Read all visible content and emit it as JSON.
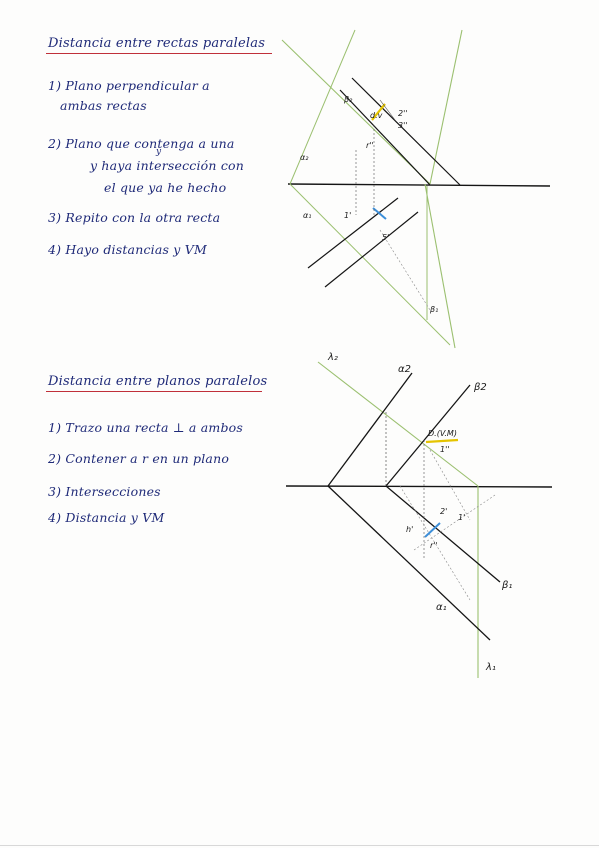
{
  "section1": {
    "title": "Distancia entre rectas paralelas",
    "steps": [
      "1) Plano perpendicular a",
      "ambas rectas",
      "2) Plano que contenga a una",
      "y",
      "y haya intersección con",
      "el que ya he hecho",
      "3) Repito con la otra recta",
      "4) Hayo distancias y VM"
    ]
  },
  "section2": {
    "title": "Distancia entre planos paralelos",
    "steps": [
      "1) Trazo una recta ⊥ a ambos",
      "2) Contener a r en un plano",
      "3) Intersecciones",
      "4) Distancia y VM"
    ]
  },
  "diagram1_labels": {
    "alpha2": "α₂",
    "alpha1": "α₁",
    "beta2": "β₂",
    "beta1": "β₁",
    "dv": "d.v",
    "p3": "3''",
    "p2": "2''",
    "p1": "1'",
    "p5": "5'",
    "r": "r''"
  },
  "diagram2_labels": {
    "lambda2": "λ₂",
    "alpha2": "α2",
    "beta2": "β2",
    "beta1": "β₁",
    "alpha1": "α₁",
    "lambda1": "λ₁",
    "dvm": "D.(V.M)",
    "p1": "1''",
    "p2": "2'",
    "p3": "1'",
    "h": "h'",
    "r": "r''"
  },
  "colors": {
    "ink": "#1f2a78",
    "underline": "#c0303a",
    "line": "#151515",
    "green": "#9bc070",
    "yellow": "#e5c400",
    "blue": "#3d8fd9"
  }
}
